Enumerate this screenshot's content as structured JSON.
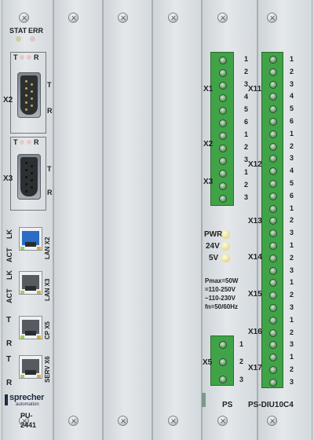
{
  "cpu_module": {
    "status_leds": {
      "stat": "STAT",
      "err": "ERR"
    },
    "port_x2": {
      "label": "X2",
      "led_t": "T",
      "led_r": "R",
      "pin_t": "T",
      "pin_r": "R"
    },
    "port_x3": {
      "label": "X3",
      "led_t": "T",
      "led_r": "R",
      "pin_t": "T",
      "pin_r": "R"
    },
    "lan_x2": {
      "label": "LAN X2",
      "lk": "LK",
      "act": "ACT"
    },
    "lan_x3": {
      "label": "LAN X3",
      "lk": "LK",
      "act": "ACT"
    },
    "cp_x5": {
      "label": "CP X5",
      "t": "T",
      "r": "R"
    },
    "serv_x6": {
      "label": "SERV X6",
      "t": "T",
      "r": "R"
    },
    "brand": {
      "name": "sprecher",
      "sub": "automation"
    },
    "model": {
      "line1": "PU-",
      "line2": "2441"
    }
  },
  "power_module": {
    "x1": {
      "label": "X1",
      "pins": [
        "1",
        "2",
        "3",
        "4",
        "5",
        "6"
      ]
    },
    "x2": {
      "label": "X2",
      "pins": [
        "1",
        "2",
        "3"
      ]
    },
    "x3": {
      "label": "X3",
      "pins": [
        "1",
        "2",
        "3"
      ]
    },
    "x5": {
      "label": "X5",
      "pins": [
        "1",
        "2",
        "3"
      ]
    },
    "leds": {
      "pwr": "PWR",
      "v24": "24V",
      "v5": "5V"
    },
    "specs": {
      "pmax": "Pmax=50W",
      "dc": "=110-250V",
      "ac": "~110-230V",
      "fn": "fn=50/60Hz"
    },
    "name": "PS"
  },
  "io_module": {
    "x11": {
      "label": "X11",
      "pins": [
        "1",
        "2",
        "3",
        "4",
        "5",
        "6"
      ]
    },
    "x12": {
      "label": "X12",
      "pins": [
        "1",
        "2",
        "3",
        "4",
        "5",
        "6"
      ]
    },
    "x13": {
      "label": "X13",
      "pins": [
        "1",
        "2",
        "3"
      ]
    },
    "x14": {
      "label": "X14",
      "pins": [
        "1",
        "2",
        "3"
      ]
    },
    "x15": {
      "label": "X15",
      "pins": [
        "1",
        "2",
        "3"
      ]
    },
    "x16": {
      "label": "X16",
      "pins": [
        "1",
        "2",
        "3"
      ]
    },
    "x17": {
      "label": "X17",
      "pins": [
        "1",
        "2",
        "3"
      ]
    },
    "name": "PS-DIU10C4"
  }
}
